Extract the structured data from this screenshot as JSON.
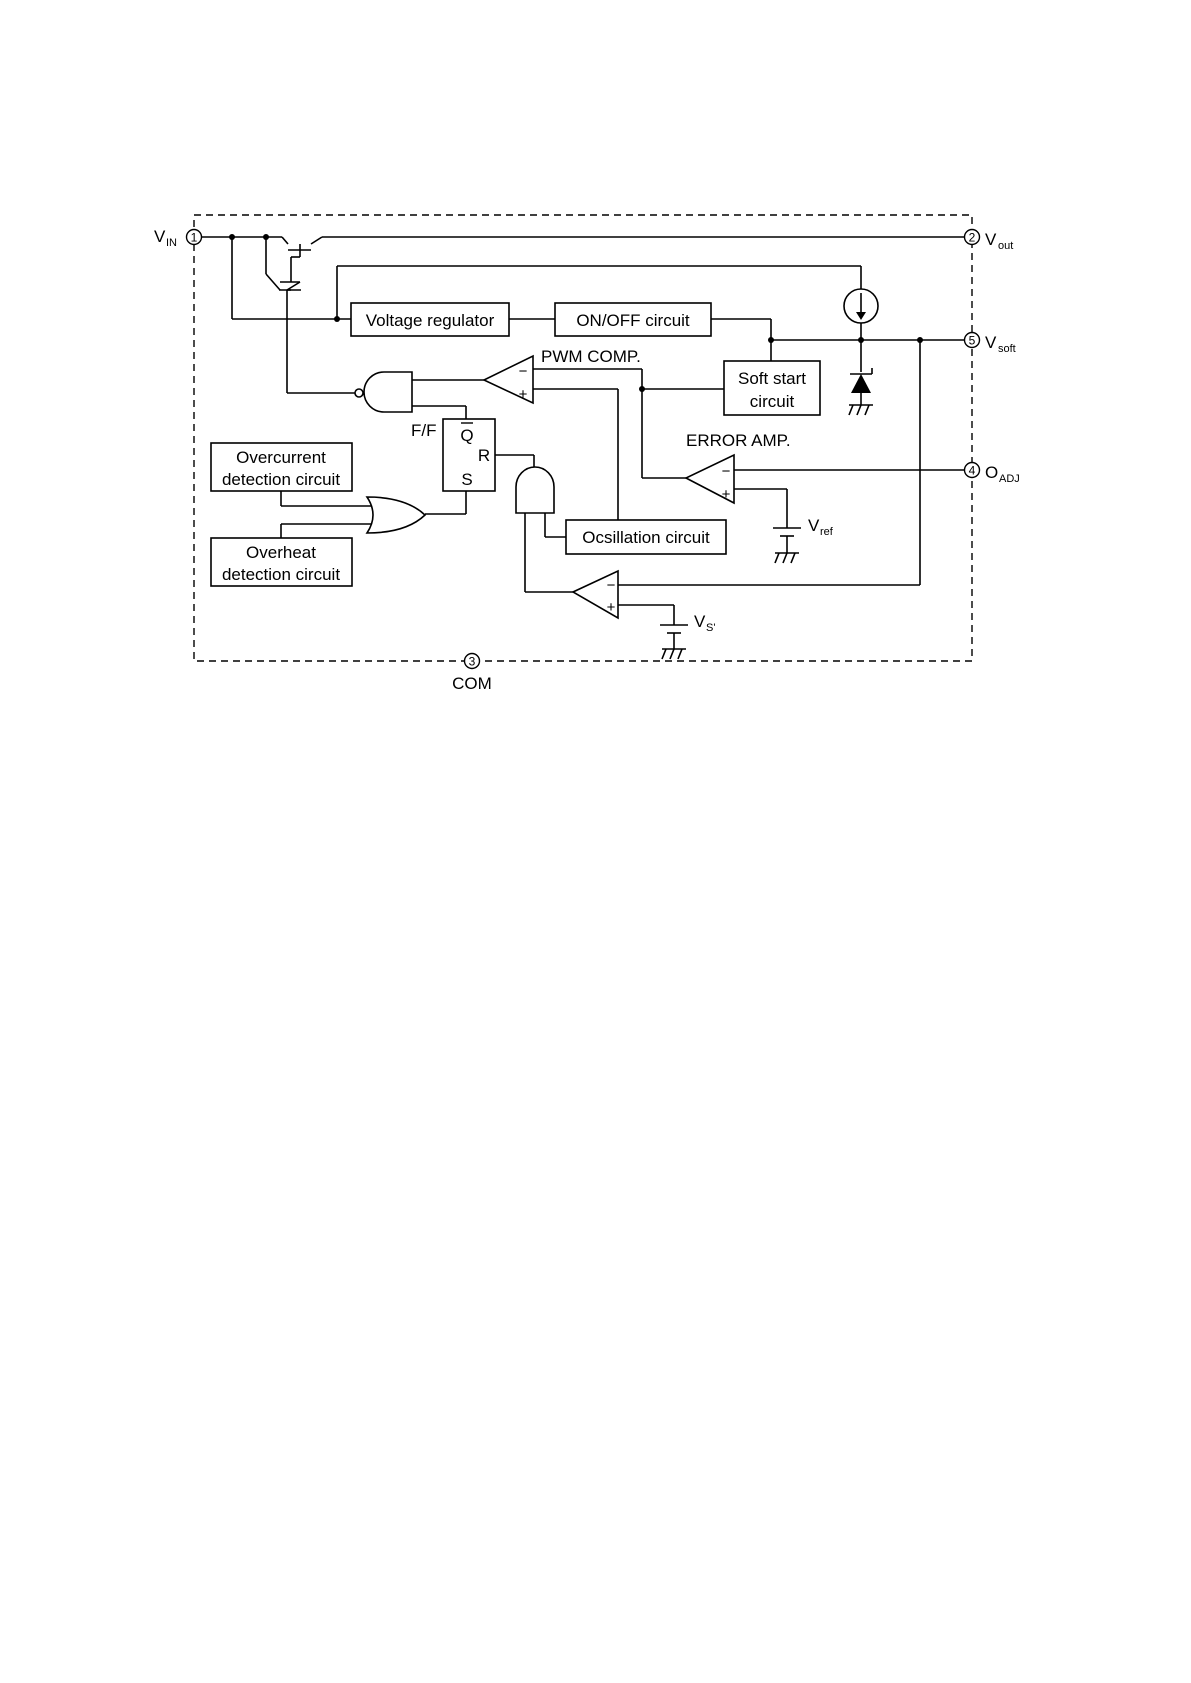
{
  "pins": {
    "vin": {
      "num": "1",
      "main": "V",
      "sub": "IN"
    },
    "vout": {
      "num": "2",
      "main": "V",
      "sub": "out"
    },
    "com": {
      "num": "3",
      "label": "COM"
    },
    "oadj": {
      "num": "4",
      "main": "O",
      "sub": "ADJ"
    },
    "vsoft": {
      "num": "5",
      "main": "V",
      "sub": "soft"
    }
  },
  "blocks": {
    "voltage_regulator": "Voltage regulator",
    "onoff_circuit": "ON/OFF circuit",
    "soft_start_line1": "Soft start",
    "soft_start_line2": "circuit",
    "overcurrent_line1": "Overcurrent",
    "overcurrent_line2": "detection circuit",
    "overheat_line1": "Overheat",
    "overheat_line2": "detection circuit",
    "oscillation_circuit": "Ocsillation circuit"
  },
  "labels": {
    "pwm_comp": "PWM COMP.",
    "error_amp": "ERROR AMP.",
    "ff": "F/F",
    "q": "Q",
    "r": "R",
    "s": "S",
    "minus": "−",
    "plus": "+",
    "vref_main": "V",
    "vref_sub": "ref",
    "vs_main": "V",
    "vs_sub": "S'"
  },
  "icons": [
    "npn-transistor-icon",
    "current-source-icon",
    "zener-diode-icon",
    "ground-icon",
    "battery-icon",
    "comparator-icon",
    "nand-gate-icon",
    "and-gate-icon",
    "or-gate-icon"
  ]
}
